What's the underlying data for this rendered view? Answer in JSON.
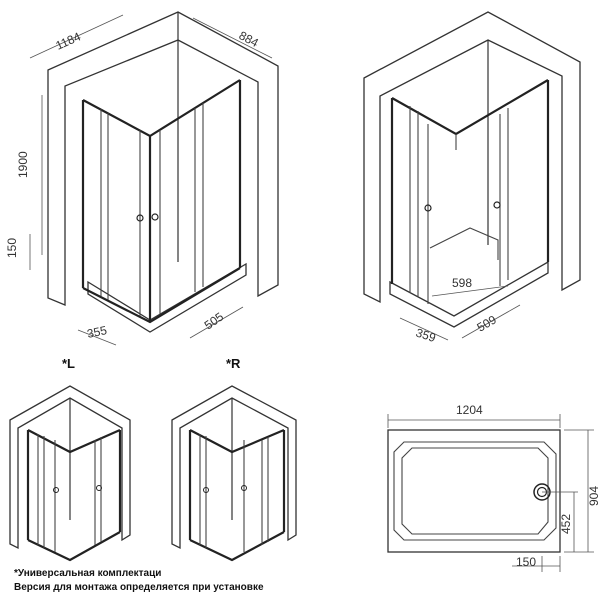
{
  "dimensions": {
    "width_top": "1184",
    "depth_top": "884",
    "height": "1900",
    "tray_height": "150",
    "door_left": "355",
    "door_right": "505",
    "tray_inner": "598",
    "door_left_2": "359",
    "door_right_2": "509",
    "tray_length": "1204",
    "tray_width": "904",
    "drain_offset_y": "452",
    "drain_offset_x": "150"
  },
  "variants": {
    "left_label": "*L",
    "right_label": "*R"
  },
  "notes": {
    "line1": "*Универсальная комплектаци",
    "line2": "Версия для монтажа определяется при установке"
  }
}
